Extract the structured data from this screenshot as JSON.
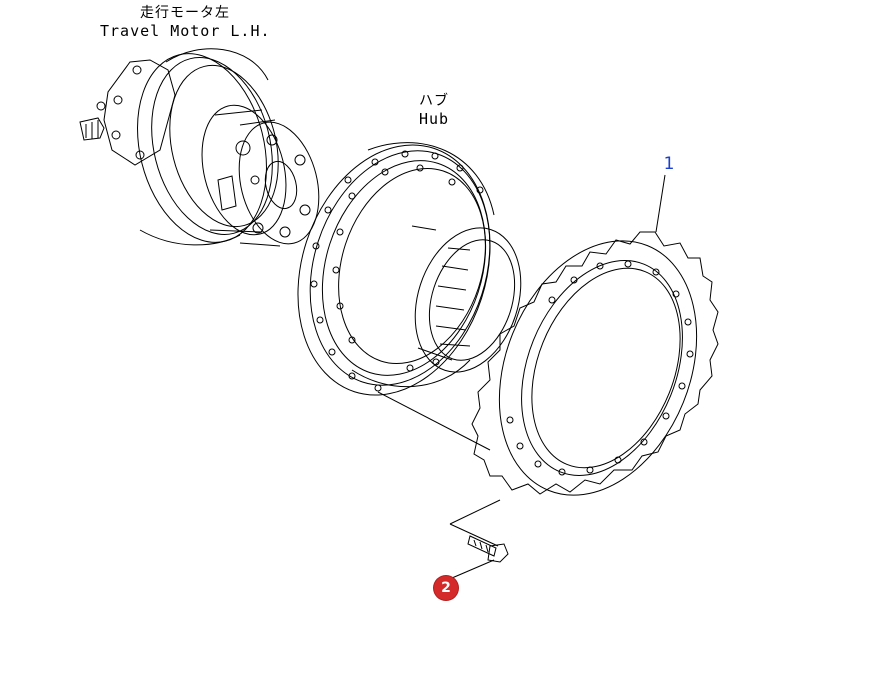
{
  "labels": {
    "motor_jp": "走行モータ左",
    "motor_en": "Travel Motor L.H.",
    "hub_jp": "ハブ",
    "hub_en": "Hub"
  },
  "callouts": [
    {
      "number": "1",
      "color": "#1a3fd1"
    },
    {
      "number": "2",
      "color": "#d42a2a"
    }
  ]
}
